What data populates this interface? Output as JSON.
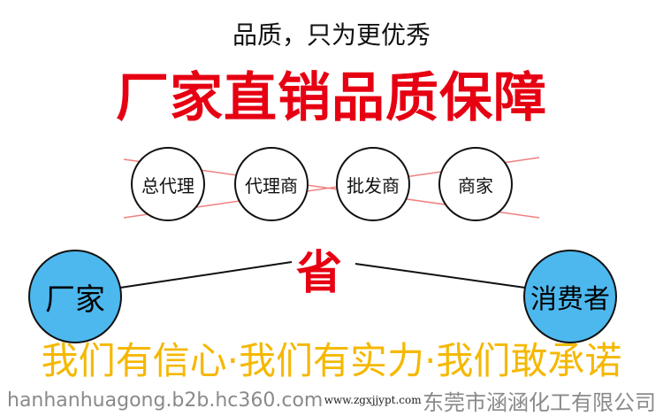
{
  "subtitle": "品质，只为更优秀",
  "headline": "厂家直销品质保障",
  "middlemen": [
    "总代理",
    "代理商",
    "批发商",
    "商家"
  ],
  "manufacturer": "厂家",
  "consumer": "消费者",
  "save": "省",
  "slogan": "我们有信心·我们有实力·我们敢承诺",
  "watermark": {
    "company": "东莞市涵涵化工有限公司",
    "url": "hanhanhuagong.b2b.hc360.com",
    "site": "www.zgxjjypt.com"
  },
  "colors": {
    "red": "#e60012",
    "blue": "#4db8ee",
    "yellow": "#f5b800"
  }
}
